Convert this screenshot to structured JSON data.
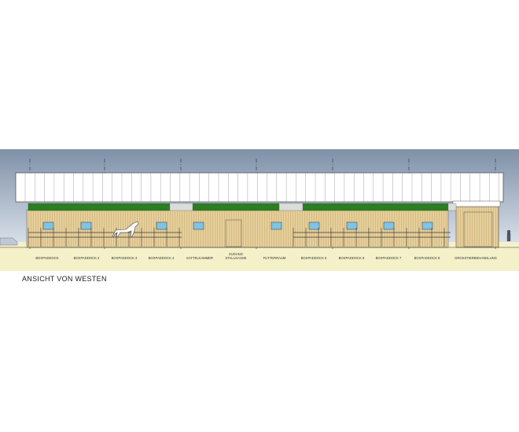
{
  "caption": "ANSICHT VON WESTEN",
  "zones": [
    {
      "id": "box1",
      "label": "BOXPADDOCK"
    },
    {
      "id": "box2",
      "label": "BOXPADDOCK 2"
    },
    {
      "id": "box3",
      "label": "BOXPADDOCK 3"
    },
    {
      "id": "box4",
      "label": "BOXPADDOCK 4"
    },
    {
      "id": "sattel",
      "label": "SATTELKAMMER"
    },
    {
      "id": "zugang",
      "label": "ZUGANG STALLGASSE",
      "line1": "ZUGANG",
      "line2": "STALLGASSE"
    },
    {
      "id": "futter",
      "label": "FUTTERRAUM"
    },
    {
      "id": "box5",
      "label": "BOXPADDOCK 5"
    },
    {
      "id": "box6",
      "label": "BOXPADDOCK 6"
    },
    {
      "id": "box7",
      "label": "BOXPADDOCK 7"
    },
    {
      "id": "box8",
      "label": "BOXPADDOCK 8"
    },
    {
      "id": "gross",
      "label": "GROSSTIERBEHANDLUNG"
    }
  ],
  "colors": {
    "sky_top": "#7e90a8",
    "sky_bottom": "#dce3ec",
    "roof": "#ffffff",
    "roof_outline": "#555555",
    "band": "#2e7d24",
    "band_dark": "#1f5e18",
    "wall": "#e6cf9a",
    "wall_stripe": "#c9ae78",
    "ground": "#f4f0c8",
    "window": "#7ec4e6",
    "rail": "#3b3b3b"
  }
}
